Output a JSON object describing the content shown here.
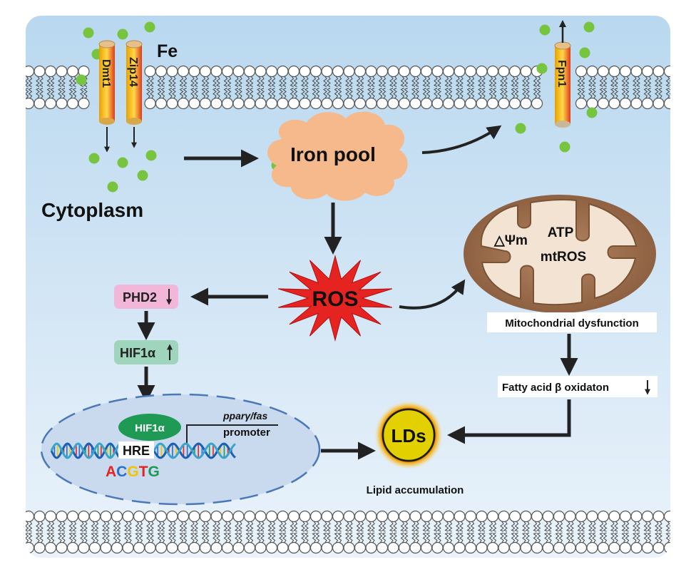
{
  "labels": {
    "fe": "Fe",
    "dmt1": "Dmt1",
    "zip14": "Zip14",
    "fpn1": "Fpn1",
    "cytoplasm": "Cytoplasm",
    "iron_pool": "Iron pool",
    "ros": "ROS",
    "phd2": "PHD2",
    "hif1a": "HIF1α",
    "nucleus_hif1a": "HIF1α",
    "promoter_gene": "pparγ/fas",
    "promoter": "promoter",
    "hre": "HRE",
    "acgtg": [
      "A",
      "C",
      "G",
      "T",
      "G"
    ],
    "lds": "LDs",
    "lipid_accumulation": "Lipid accumulation",
    "delta_psi_m": "△Ψm",
    "atp": "ATP",
    "mtros": "mtROS",
    "mito_dysfunction": "Mitochondrial dysfunction",
    "fatty_acid": "Fatty acid β oxidaton"
  },
  "colors": {
    "cell_bg_top": "#b9d8ef",
    "cell_bg_bottom": "#eaf3fb",
    "iron_dot": "#77c43f",
    "cloud": "#f6b98c",
    "ros_star": "#e52421",
    "phd2_box": "#f2b6d8",
    "hif1a_box": "#9fd5bd",
    "nucleus": "#c9d9ee",
    "hif1a_oval": "#1f9a55",
    "mito_outer": "#a87a58",
    "mito_inner": "#f3e3d2",
    "ld_core": "#e8d40a",
    "acgtg": [
      "#e52421",
      "#2a6fcf",
      "#f5c400",
      "#e52421",
      "#1f9a55"
    ]
  },
  "arrows": {
    "phd2": "down",
    "hif1a": "up",
    "fatty_acid": "down"
  }
}
